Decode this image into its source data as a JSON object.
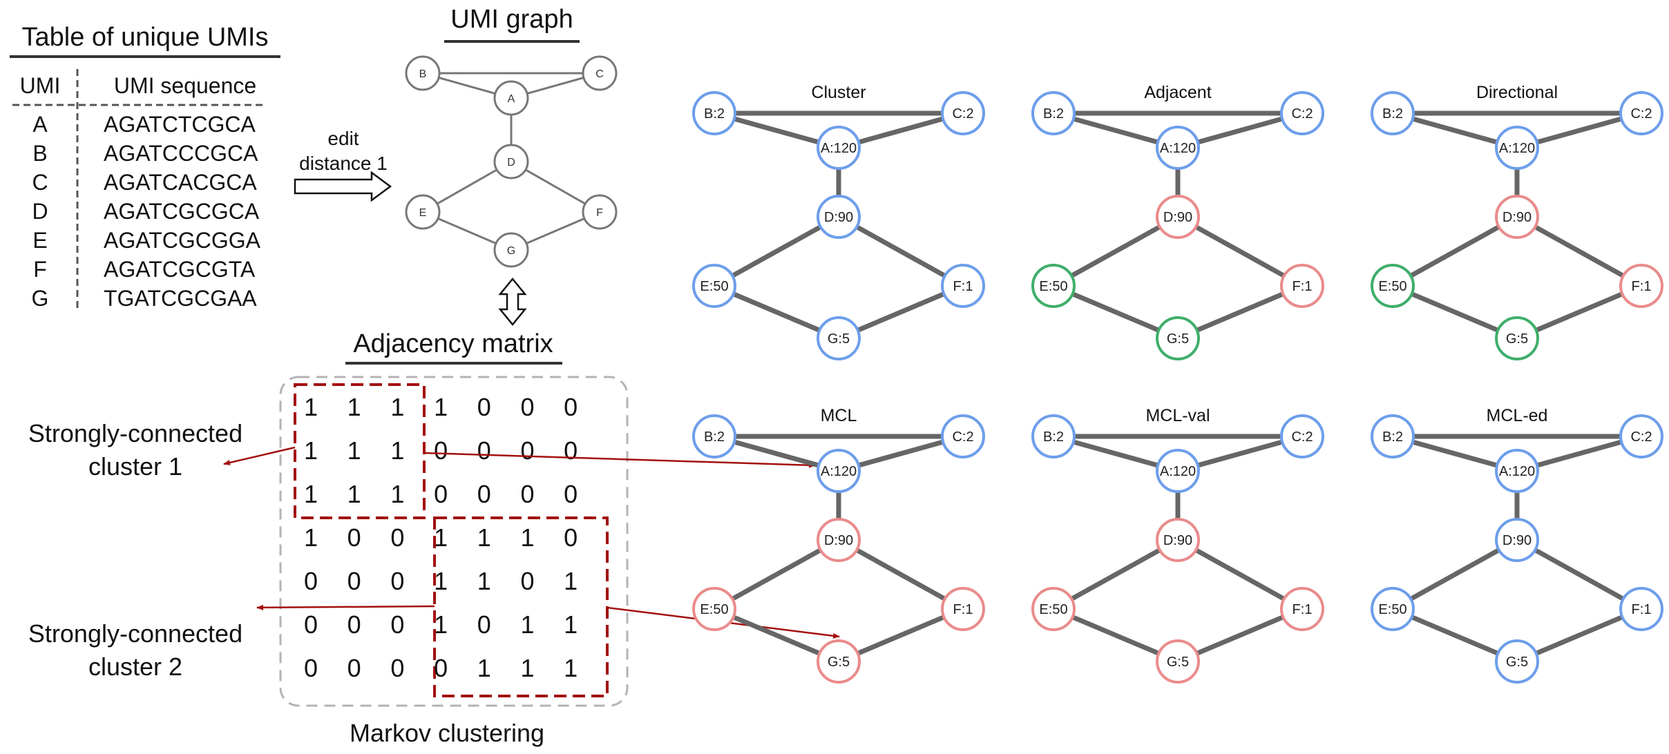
{
  "umi_table": {
    "title": "Table of unique UMIs",
    "col_umi": "UMI",
    "col_seq": "UMI sequence",
    "rows": [
      {
        "umi": "A",
        "seq": "AGATCTCGCA"
      },
      {
        "umi": "B",
        "seq": "AGATCCCGCA"
      },
      {
        "umi": "C",
        "seq": "AGATCACGCA"
      },
      {
        "umi": "D",
        "seq": "AGATCGCGCA"
      },
      {
        "umi": "E",
        "seq": "AGATCGCGGA"
      },
      {
        "umi": "F",
        "seq": "AGATCGCGTA"
      },
      {
        "umi": "G",
        "seq": "TGATCGCGAA"
      }
    ]
  },
  "edit_label": [
    "edit",
    "distance 1"
  ],
  "umi_graph": {
    "title": "UMI graph",
    "nodes": [
      "B",
      "C",
      "A",
      "D",
      "E",
      "F",
      "G"
    ]
  },
  "adjacency": {
    "title": "Adjacency matrix",
    "caption": "Markov clustering",
    "matrix": [
      [
        1,
        1,
        1,
        1,
        0,
        0,
        0
      ],
      [
        1,
        1,
        1,
        0,
        0,
        0,
        0
      ],
      [
        1,
        1,
        1,
        0,
        0,
        0,
        0
      ],
      [
        1,
        0,
        0,
        1,
        1,
        1,
        0
      ],
      [
        0,
        0,
        0,
        1,
        1,
        0,
        1
      ],
      [
        0,
        0,
        0,
        1,
        0,
        1,
        1
      ],
      [
        0,
        0,
        0,
        0,
        1,
        1,
        1
      ]
    ],
    "cluster1_label": [
      "Strongly-connected",
      "cluster 1"
    ],
    "cluster2_label": [
      "Strongly-connected",
      "cluster 2"
    ]
  },
  "colors": {
    "blue": "#6d9eeb",
    "red": "#ea8b8b",
    "green": "#3fae6a",
    "edge": "#666666",
    "dark_red": "#a30f0f",
    "dash_gray": "#b3b3b3"
  },
  "methods": [
    {
      "title": "Cluster",
      "colors": {
        "B": "blue",
        "C": "blue",
        "A": "blue",
        "D": "blue",
        "E": "blue",
        "F": "blue",
        "G": "blue"
      }
    },
    {
      "title": "Adjacent",
      "colors": {
        "B": "blue",
        "C": "blue",
        "A": "blue",
        "D": "red",
        "E": "green",
        "F": "red",
        "G": "green"
      }
    },
    {
      "title": "Directional",
      "colors": {
        "B": "blue",
        "C": "blue",
        "A": "blue",
        "D": "red",
        "E": "green",
        "F": "red",
        "G": "green"
      }
    },
    {
      "title": "MCL",
      "colors": {
        "B": "blue",
        "C": "blue",
        "A": "blue",
        "D": "red",
        "E": "red",
        "F": "red",
        "G": "red"
      }
    },
    {
      "title": "MCL-val",
      "colors": {
        "B": "blue",
        "C": "blue",
        "A": "blue",
        "D": "red",
        "E": "red",
        "F": "red",
        "G": "red"
      }
    },
    {
      "title": "MCL-ed",
      "colors": {
        "B": "blue",
        "C": "blue",
        "A": "blue",
        "D": "blue",
        "E": "blue",
        "F": "blue",
        "G": "blue"
      }
    }
  ],
  "node_labels": {
    "B": "B:2",
    "C": "C:2",
    "A": "A:120",
    "D": "D:90",
    "E": "E:50",
    "F": "F:1",
    "G": "G:5"
  }
}
